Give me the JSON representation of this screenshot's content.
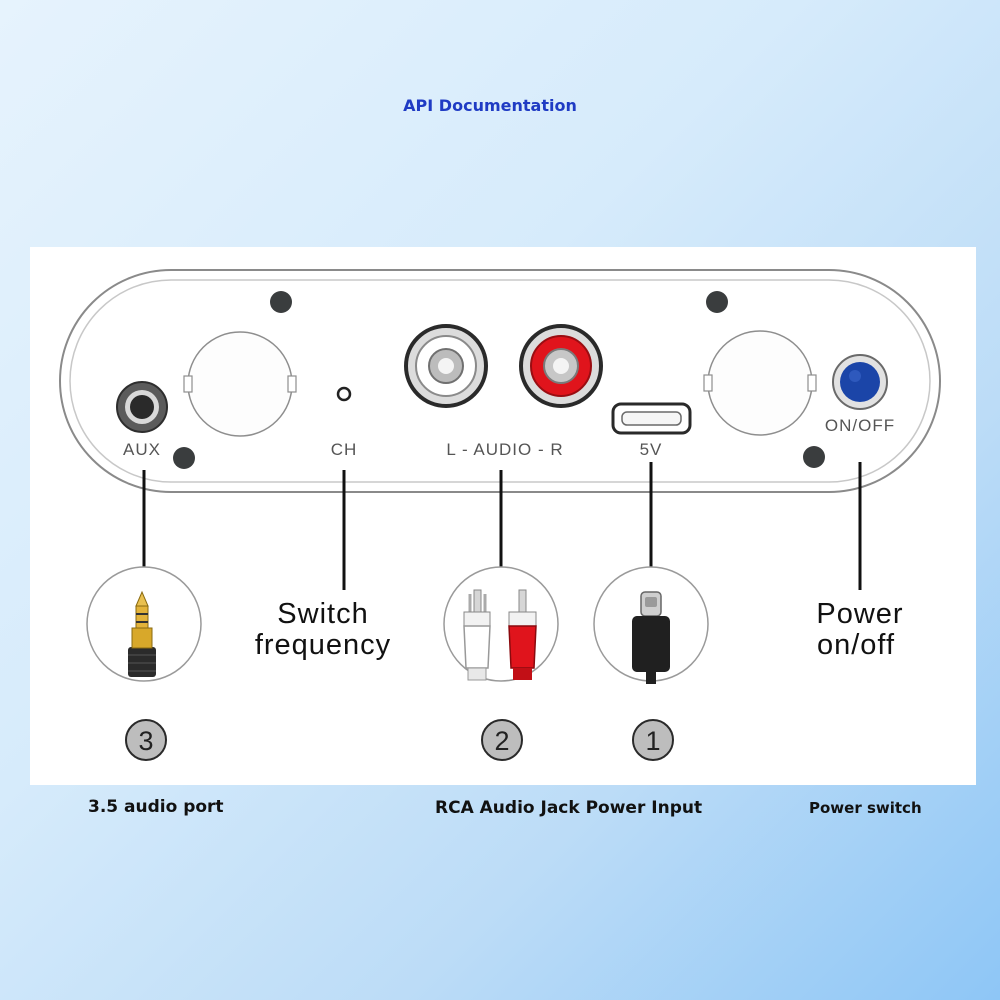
{
  "header": {
    "link_text": "API Documentation"
  },
  "device": {
    "port_labels": {
      "aux": "AUX",
      "ch": "CH",
      "audio": "L - AUDIO - R",
      "power5v": "5V",
      "onoff": "ON/OFF"
    }
  },
  "callouts": {
    "switch_frequency": [
      "Switch",
      "frequency"
    ],
    "power_onoff": [
      "Power",
      "on/off"
    ]
  },
  "numbers": {
    "aux": "3",
    "rca": "2",
    "power_input": "1"
  },
  "footer": {
    "aux_label": "3.5 audio port",
    "rca_label": "RCA Audio Jack Power Input",
    "switch_label": "Power switch"
  },
  "colors": {
    "link": "#1f3bc4",
    "button_blue": "#1b45a8",
    "rca_red": "#e0141c",
    "badge_gray": "#bdbdbd"
  }
}
